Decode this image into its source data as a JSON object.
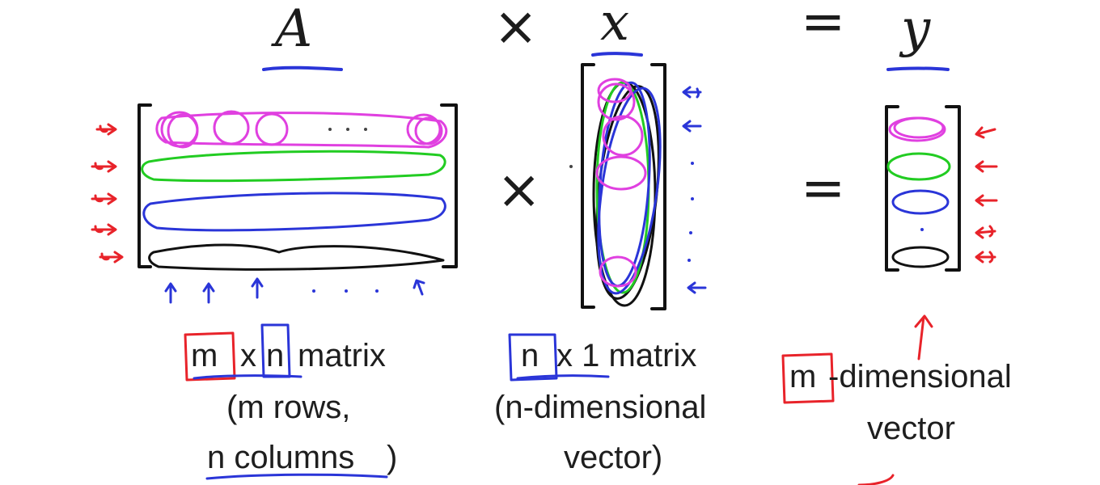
{
  "equation": {
    "matrix_symbol": "A",
    "times_symbol": "×",
    "vector_symbol": "x",
    "equals_symbol": "=",
    "result_symbol": "y"
  },
  "captions": {
    "matrix": {
      "line1_m": "m",
      "line1_x": "x",
      "line1_n": "n",
      "line1_rest": "matrix",
      "line2": "(m rows,",
      "line3_a": "n columns",
      "line3_b": ")"
    },
    "vector": {
      "line1_n": "n",
      "line1_rest": "x 1 matrix",
      "line2": "(n-dimensional",
      "line3": "vector)"
    },
    "result": {
      "line1_m": "m",
      "line1_rest": "-dimensional",
      "line2": "vector"
    }
  },
  "colors": {
    "ink": "#1c1c1c",
    "red": "#e8232a",
    "blue": "#2a35d8",
    "magenta": "#e040e0",
    "green": "#22cc22",
    "black": "#111111"
  },
  "annotation_icons": [
    "red-row-arrow-icon",
    "blue-column-arrow-icon",
    "blue-vector-arrow-icon",
    "red-result-arrow-icon"
  ]
}
